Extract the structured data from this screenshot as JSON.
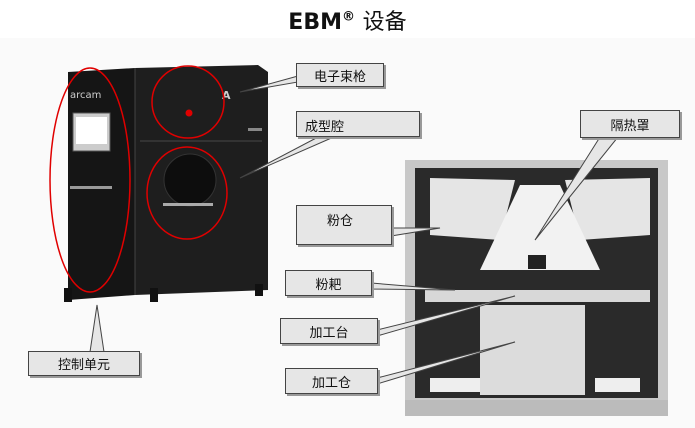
{
  "title": {
    "main": "EBM",
    "reg": "®",
    "cn": "设备"
  },
  "logo": "arcam",
  "labels": {
    "electron_gun": "电子束枪",
    "build_chamber": "成型腔",
    "heat_shield": "隔热罩",
    "powder_hopper": "粉仓",
    "powder_rake": "粉耙",
    "build_platform": "加工台",
    "build_tank": "加工仓",
    "control_unit": "控制单元"
  },
  "colors": {
    "highlight": "#e00000",
    "machine": "#1a1a1a",
    "label_bg": "#e6e6e6"
  }
}
